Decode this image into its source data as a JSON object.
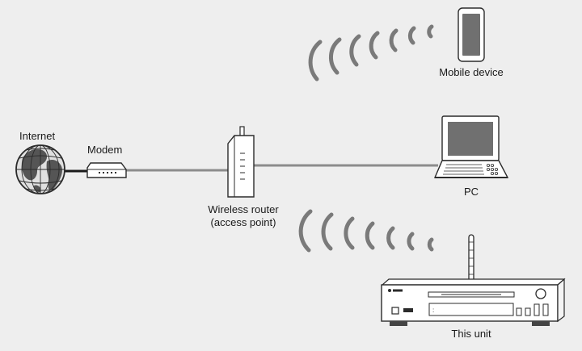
{
  "labels": {
    "internet": "Internet",
    "modem": "Modem",
    "router_line1": "Wireless router",
    "router_line2": "(access point)",
    "pc": "PC",
    "mobile": "Mobile device",
    "unit": "This unit"
  },
  "colors": {
    "background": "#eeeeee",
    "cable": "#8c8c8c",
    "waves": "#7a7a7a",
    "outline": "#2b2b2b",
    "screen": "#707070"
  },
  "icons": [
    "globe-icon",
    "modem-icon",
    "router-icon",
    "laptop-icon",
    "smartphone-icon",
    "network-player-icon",
    "wifi-waves-icon"
  ]
}
